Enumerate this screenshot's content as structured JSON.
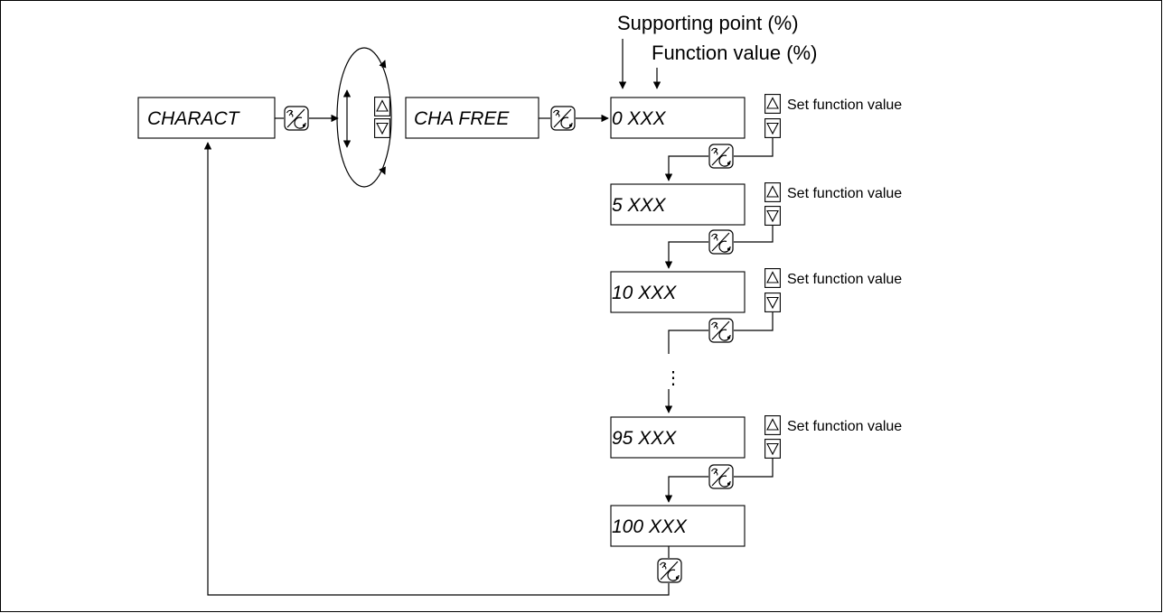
{
  "labels": {
    "supporting_point": "Supporting point (%)",
    "function_value": "Function value (%)"
  },
  "menu": {
    "charact": "CHARACT",
    "cha_free": "CHA FREE"
  },
  "points": [
    {
      "text": "0 XXX",
      "set_label": "Set function value"
    },
    {
      "text": "5 XXX",
      "set_label": "Set function value"
    },
    {
      "text": "10 XXX",
      "set_label": "Set function value"
    },
    {
      "text": "95 XXX",
      "set_label": "Set function value"
    },
    {
      "text": "100 XXX"
    }
  ],
  "ellipsis": "⋮",
  "icons": {
    "up": "up-arrow-key-icon",
    "down": "down-arrow-key-icon",
    "key": "hand-rotary-key-icon"
  }
}
